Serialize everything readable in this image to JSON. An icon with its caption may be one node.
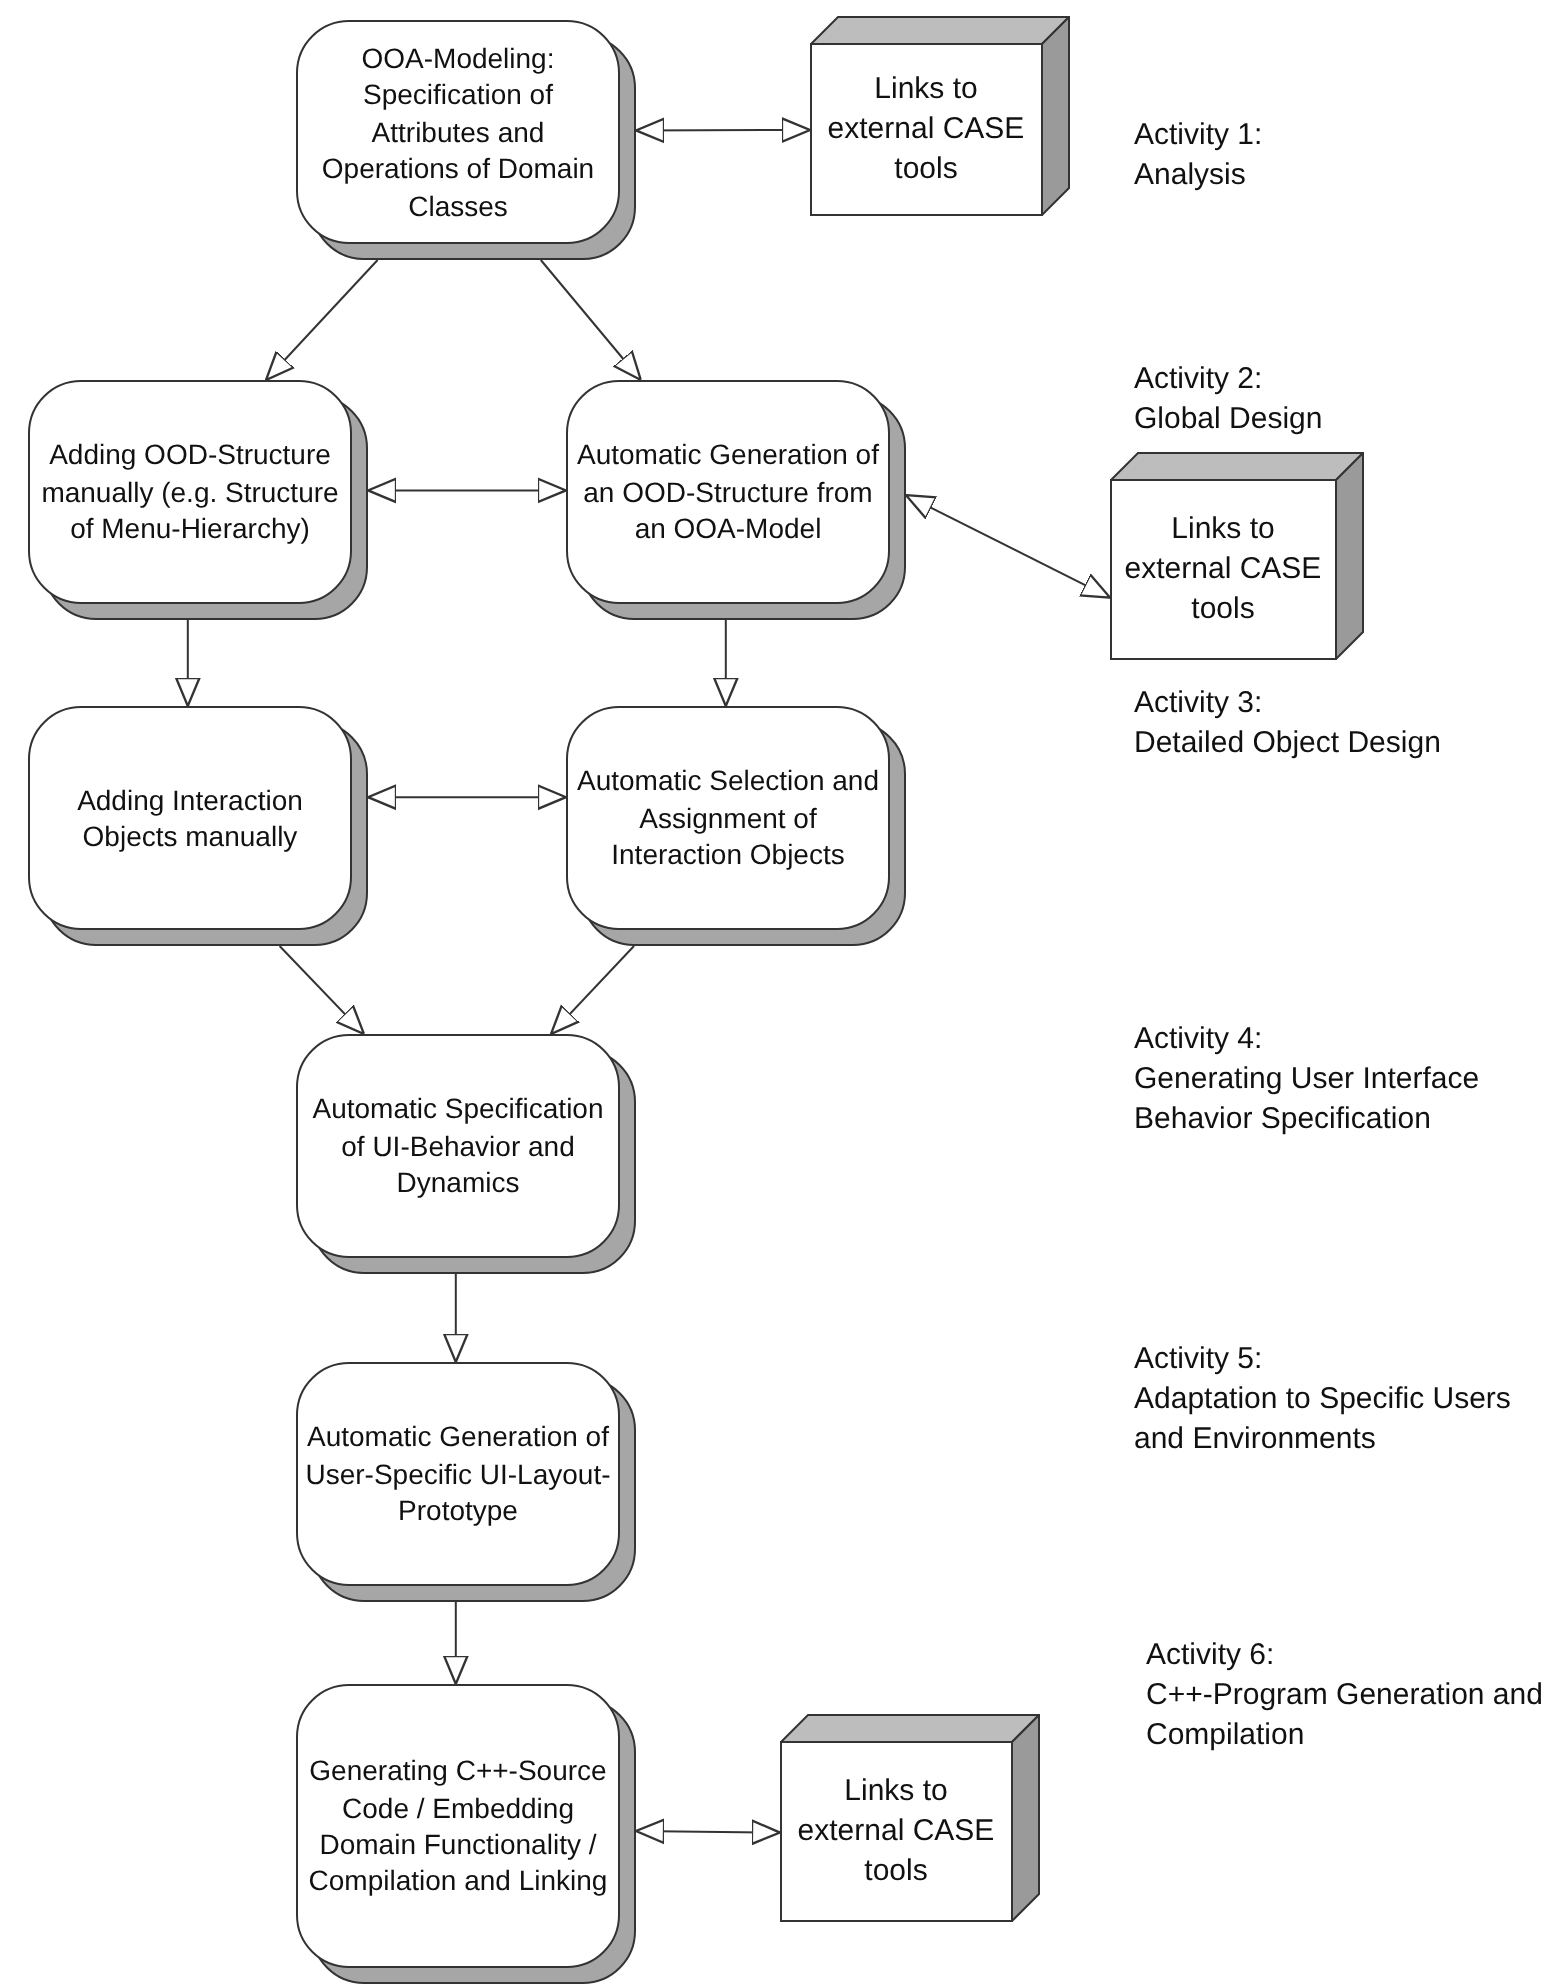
{
  "diagram": {
    "nodes": [
      {
        "text": [
          "OOA-Modeling: Specification of Attributes and Operations of Domain Classes"
        ]
      },
      {
        "text": [
          "Links to external CASE tools"
        ]
      },
      {
        "text": [
          "Adding OOD-Structure manually (e.g. Structure of Menu-Hierarchy)"
        ]
      },
      {
        "text": [
          "Automatic Generation of an OOD-Structure from an OOA-Model"
        ]
      },
      {
        "text": [
          "Links to external CASE tools"
        ]
      },
      {
        "text": [
          "Adding Interaction Objects manually"
        ]
      },
      {
        "text": [
          "Automatic Selection and Assignment of Interaction Objects"
        ]
      },
      {
        "text": [
          "Automatic Specification of UI-Behavior and Dynamics"
        ]
      },
      {
        "text": [
          "Automatic Generation of User-Specific UI-Layout-Prototype"
        ]
      },
      {
        "text": [
          "Generating C++-Source Code / Embedding Domain Functionality / Compilation and Linking"
        ]
      },
      {
        "text": [
          "Links to external CASE tools"
        ]
      }
    ],
    "edges": [
      {
        "from": 0,
        "to": 1,
        "arrow": "both"
      },
      {
        "from": 0,
        "to": 2,
        "arrow": "to"
      },
      {
        "from": 0,
        "to": 3,
        "arrow": "to"
      },
      {
        "from": 2,
        "to": 3,
        "arrow": "both"
      },
      {
        "from": 3,
        "to": 4,
        "arrow": "both"
      },
      {
        "from": 2,
        "to": 5,
        "arrow": "to"
      },
      {
        "from": 3,
        "to": 6,
        "arrow": "to"
      },
      {
        "from": 5,
        "to": 6,
        "arrow": "both"
      },
      {
        "from": 5,
        "to": 7,
        "arrow": "to"
      },
      {
        "from": 6,
        "to": 7,
        "arrow": "to"
      },
      {
        "from": 7,
        "to": 8,
        "arrow": "to"
      },
      {
        "from": 8,
        "to": 9,
        "arrow": "to"
      },
      {
        "from": 9,
        "to": 10,
        "arrow": "both"
      }
    ],
    "labels": [
      "Activity 1:",
      "Analysis",
      "Activity 2:",
      "Global Design",
      "Activity 3:",
      "Detailed Object Design",
      "Activity 4:",
      "Generating User Interface Behavior Specification",
      "Activity 5:",
      "Adaptation to Specific Users and Environments",
      "Activity 6:",
      "C++-Program Generation and Compilation"
    ]
  }
}
